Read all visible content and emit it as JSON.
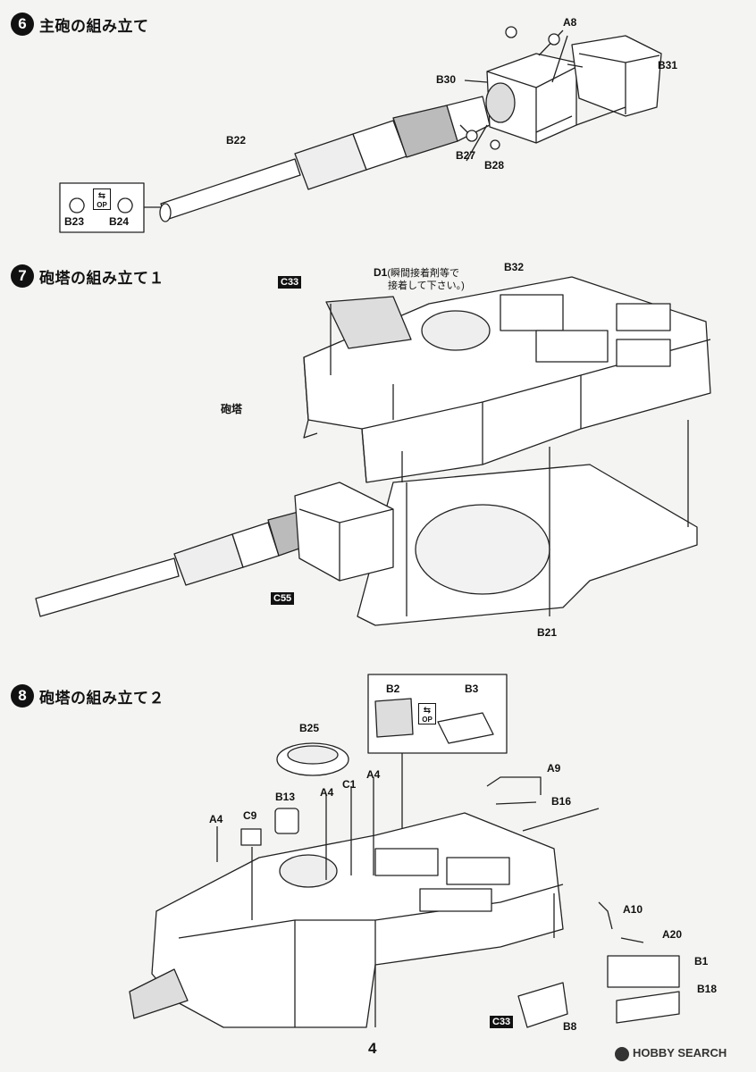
{
  "steps": [
    {
      "number": "6",
      "title": "主砲の組み立て"
    },
    {
      "number": "7",
      "title": "砲塔の組み立て１"
    },
    {
      "number": "8",
      "title": "砲塔の組み立て２"
    }
  ],
  "step6_labels": {
    "A8": "A8",
    "B30": "B30",
    "B31": "B31",
    "B22": "B22",
    "B27": "B27",
    "B28": "B28",
    "B23": "B23",
    "B24": "B24",
    "op": "OP"
  },
  "step7_labels": {
    "C33": "C33",
    "D1": "D1",
    "D1_note_line1": "(瞬間接着剤等で",
    "D1_note_line2": "接着して下さい。)",
    "B32": "B32",
    "turret": "砲塔",
    "C55": "C55",
    "B21": "B21"
  },
  "step8_labels": {
    "B2": "B2",
    "B3": "B3",
    "op": "OP",
    "B25": "B25",
    "A9": "A9",
    "B13": "B13",
    "C1": "C1",
    "A4_a": "A4",
    "A4_b": "A4",
    "A4_c": "A4",
    "C9": "C9",
    "B16": "B16",
    "A10": "A10",
    "A20": "A20",
    "B1": "B1",
    "B18": "B18",
    "C33": "C33",
    "B8": "B8"
  },
  "page_number": "4",
  "watermark": "HOBBY SEARCH"
}
